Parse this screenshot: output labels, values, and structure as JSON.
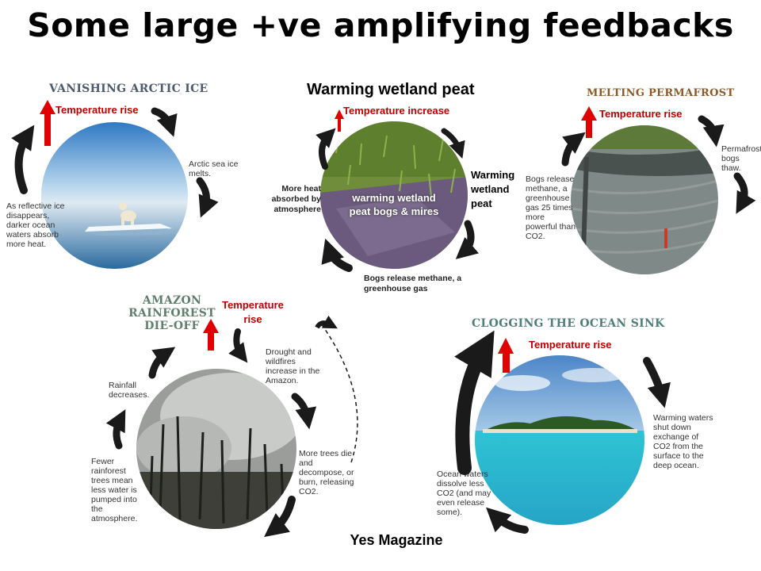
{
  "title": "Some large +ve amplifying feedbacks",
  "source": "Yes Magazine",
  "panels": {
    "arctic": {
      "heading": "VANISHING ARCTIC ICE",
      "trigger": "Temperature rise",
      "step1": "Arctic sea ice melts.",
      "step2": "As reflective ice disappears, darker ocean waters absorb more heat."
    },
    "peat": {
      "heading": "Warming wetland peat",
      "trigger": "Temperature increase",
      "center": "warming wetland peat bogs & mires",
      "step1": "Warming wetland peat",
      "step2": "Bogs release methane, a greenhouse gas",
      "step3": "More heat absorbed by atmosphere"
    },
    "permafrost": {
      "heading": "MELTING PERMAFROST",
      "trigger": "Temperature rise",
      "step1": "Permafrost bogs thaw.",
      "step2": "Bogs release methane, a greenhouse gas 25 times more powerful than CO2."
    },
    "amazon": {
      "heading_line1": "AMAZON",
      "heading_line2": "RAINFOREST",
      "heading_line3": "DIE-OFF",
      "trigger_line1": "Temperature",
      "trigger_line2": "rise",
      "step1": "Drought and wildfires increase in the Amazon.",
      "step2": "More trees die and decompose, or burn, releasing CO2.",
      "step3": "Fewer rainforest trees mean less water is pumped into the atmosphere.",
      "step4": "Rainfall decreases."
    },
    "ocean": {
      "heading": "CLOGGING THE OCEAN SINK",
      "trigger": "Temperature rise",
      "step1": "Warming waters shut down exchange of CO2 from the surface to the deep ocean.",
      "step2": "Ocean waters dissolve less CO2 (and may even release some)."
    }
  },
  "colors": {
    "arrow_red": "#e00000",
    "label_red": "#c00000",
    "arctic_heading": "#4e5a6e",
    "permafrost_heading": "#8a5a2b",
    "amazon_heading": "#5f7f6e",
    "ocean_heading": "#4f7f7a"
  }
}
